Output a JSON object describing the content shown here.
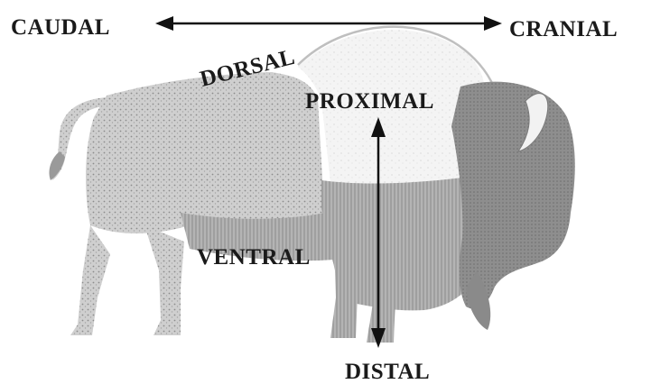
{
  "labels": {
    "caudal": "CAUDAL",
    "cranial": "CRANIAL",
    "dorsal": "DORSAL",
    "proximal": "PROXIMAL",
    "ventral": "VENTRAL",
    "distal": "DISTAL"
  },
  "colors": {
    "text": "#1a1a1a",
    "arrow": "#111111",
    "animal_body": "#c8c8c8",
    "animal_shading": "#9a9a9a",
    "hump_outline": "#bfbfbf",
    "background": "#ffffff"
  }
}
